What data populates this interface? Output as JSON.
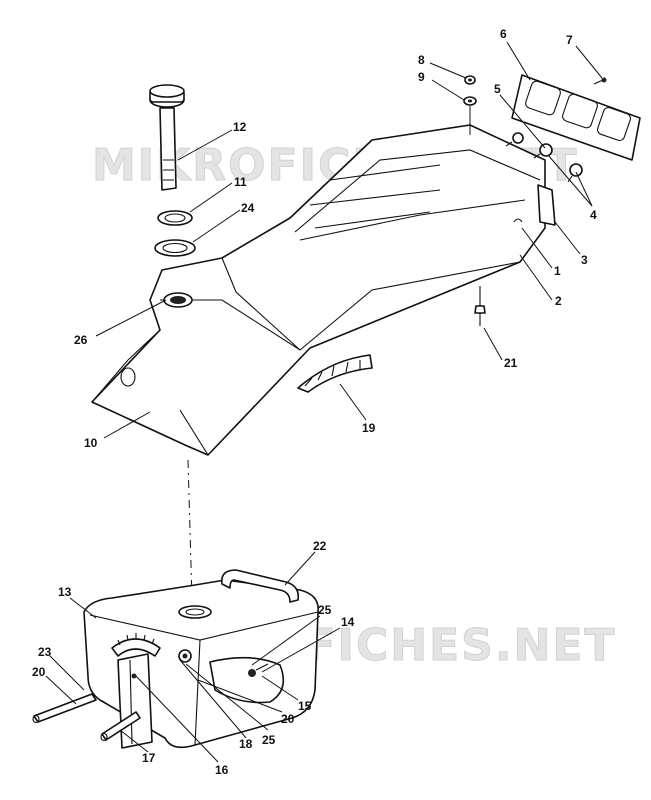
{
  "watermarks": [
    "MIKROFICHES.NET",
    "MIKROFICHES.NET"
  ],
  "callouts": {
    "c1": "1",
    "c2": "2",
    "c3": "3",
    "c4": "4",
    "c5": "5",
    "c6": "6",
    "c7": "7",
    "c8": "8",
    "c9": "9",
    "c10": "10",
    "c11": "11",
    "c12": "12",
    "c13": "13",
    "c14": "14",
    "c15": "15",
    "c16": "16",
    "c17": "17",
    "c18": "18",
    "c19": "19",
    "c20a": "20",
    "c20b": "20",
    "c21": "21",
    "c22": "22",
    "c23": "23",
    "c24": "24",
    "c25a": "25",
    "c25b": "25",
    "c26": "26"
  }
}
